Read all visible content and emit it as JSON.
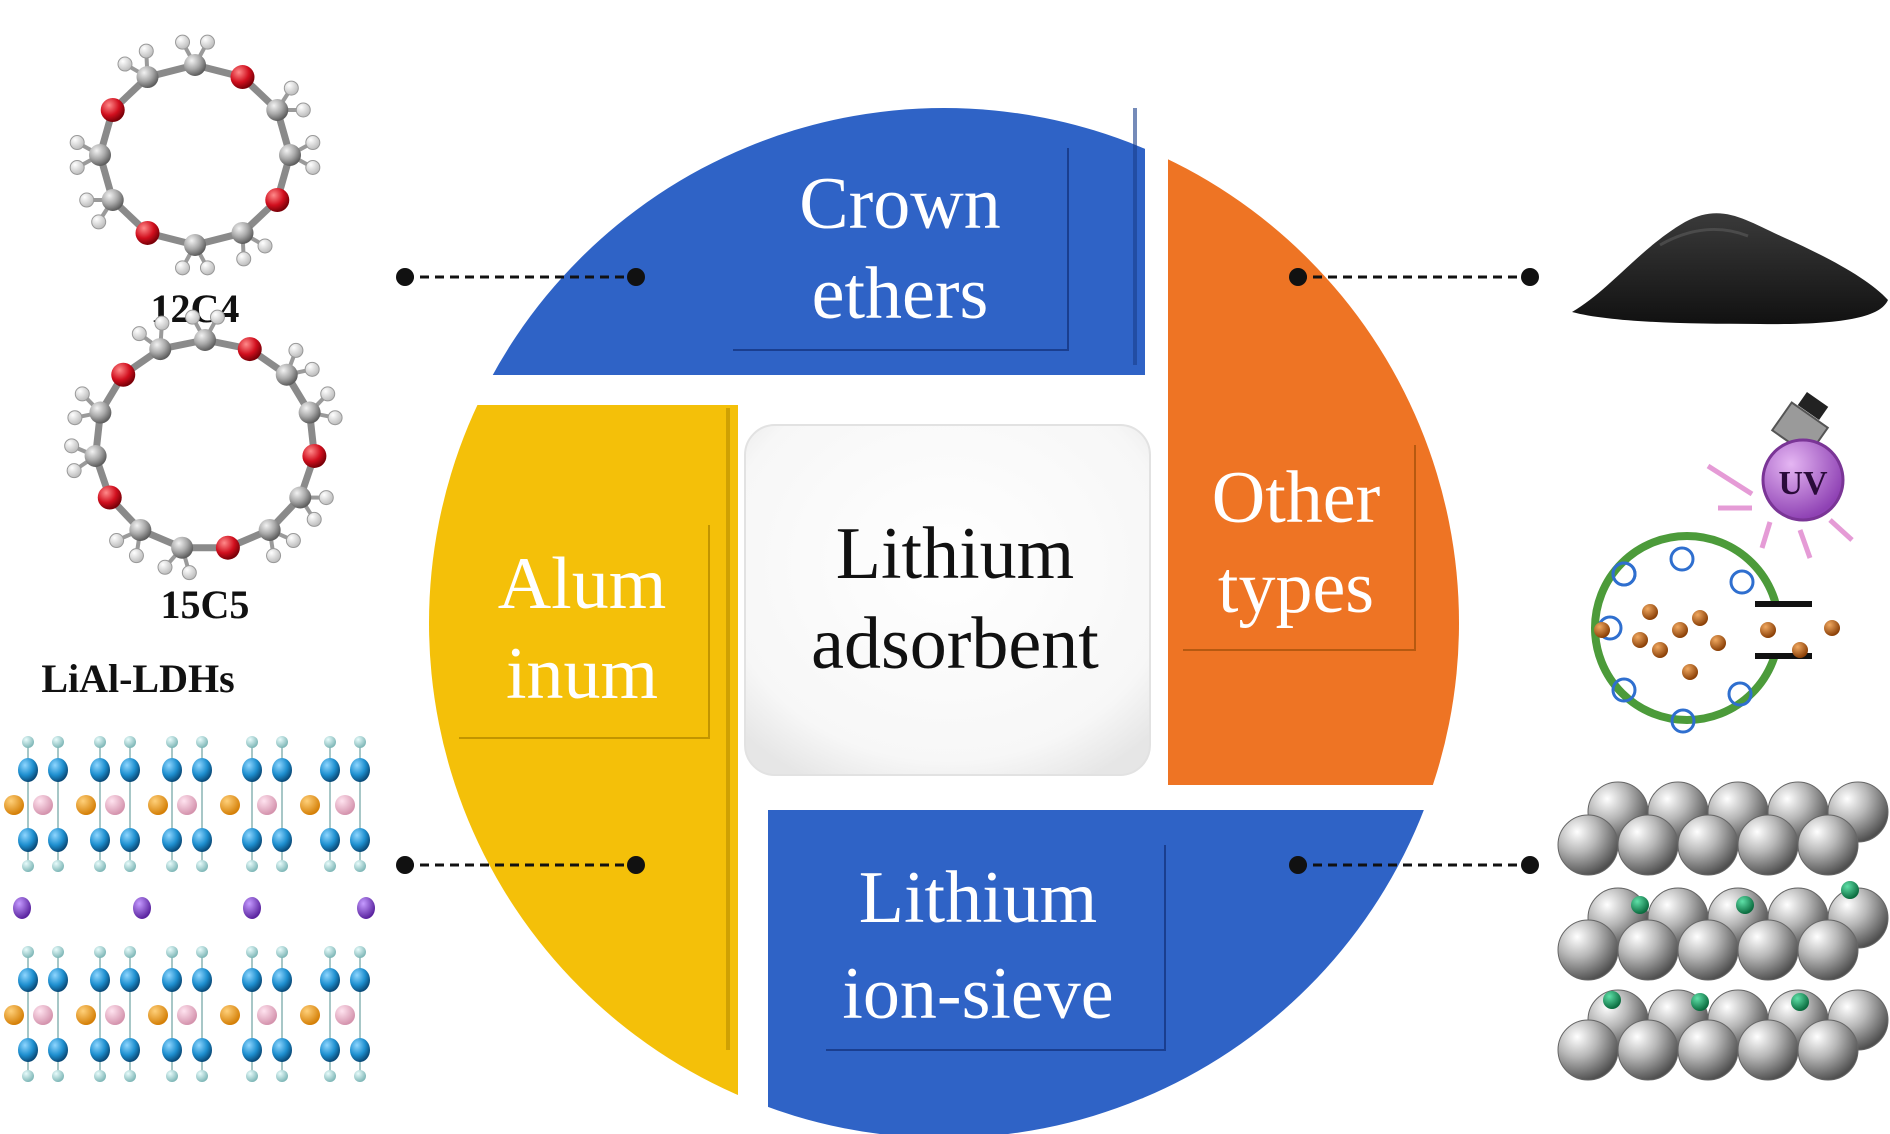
{
  "center": {
    "line1": "Lithium",
    "line2": "adsorbent"
  },
  "quadrants": {
    "crown": {
      "line1": "Crown",
      "line2": "ethers",
      "color": "#2f63c6"
    },
    "other": {
      "line1": "Other",
      "line2": "types",
      "color": "#ee7424"
    },
    "aluminum": {
      "line1": "Alum",
      "line2": "inum",
      "color": "#f4c009"
    },
    "sieve": {
      "line1": "Lithium",
      "line2": "ion-sieve",
      "color": "#2f63c6"
    }
  },
  "molecules": {
    "a": "12C4",
    "b": "15C5",
    "c": "LiAl-LDHs"
  },
  "uv_label": "UV"
}
